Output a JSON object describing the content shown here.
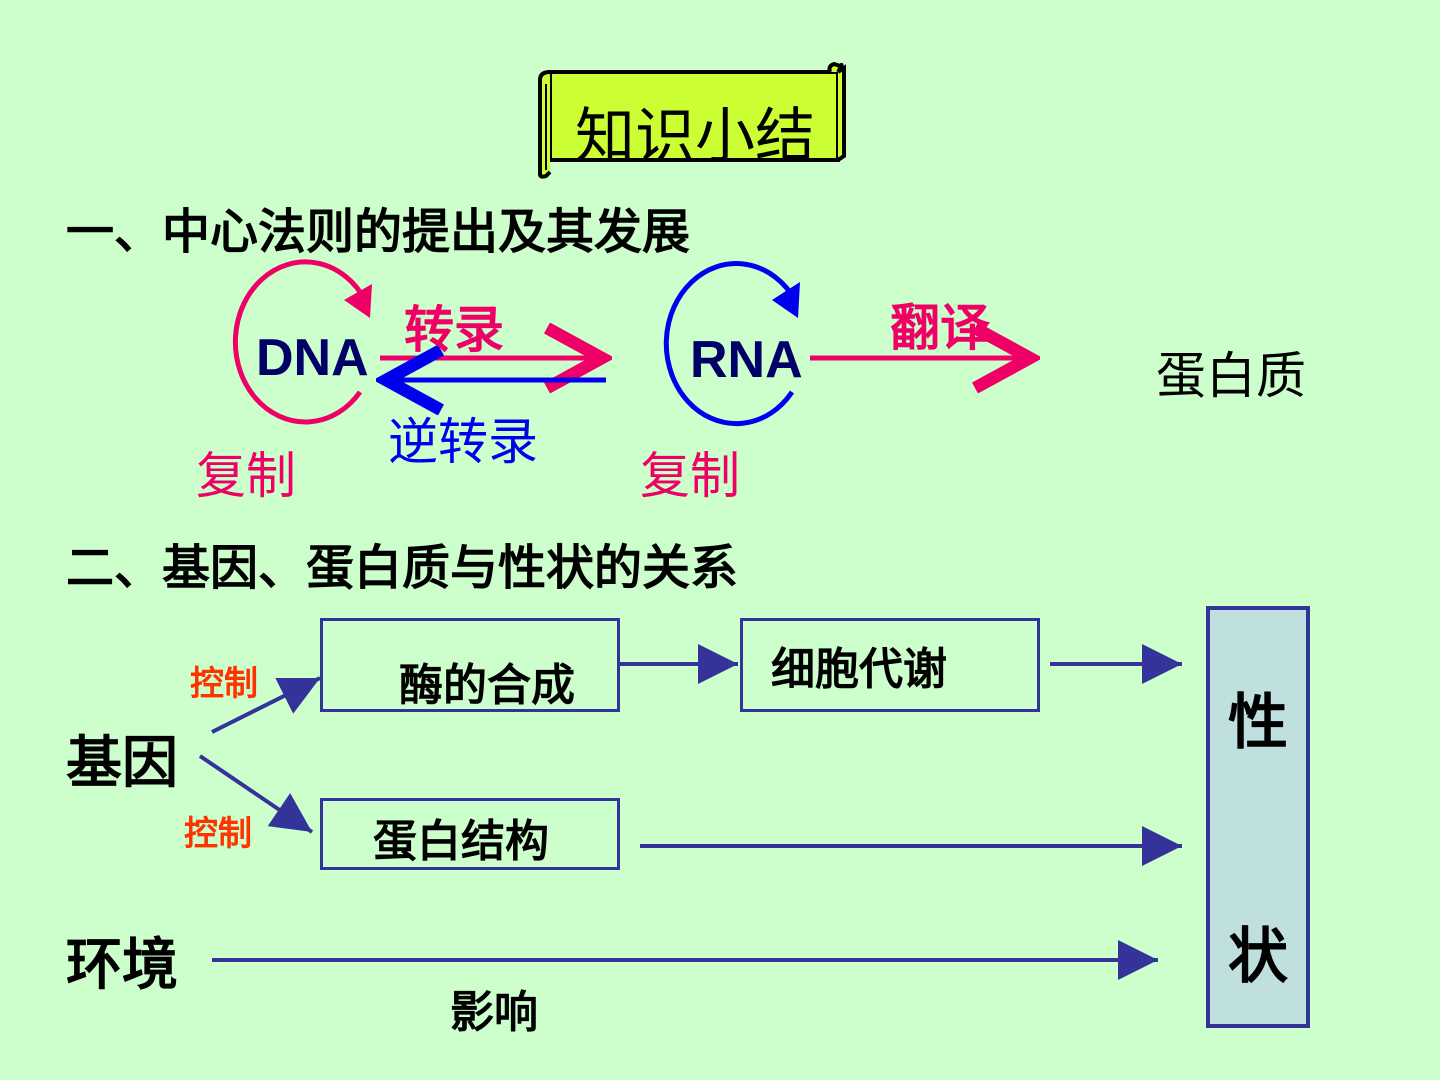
{
  "title": "知识小结",
  "section1": {
    "heading": "一、中心法则的提出及其发展",
    "dna": "DNA",
    "rna": "RNA",
    "protein": "蛋白质",
    "transcription": "转录",
    "reverse_transcription": "逆转录",
    "translation": "翻译",
    "dna_replication": "复制",
    "rna_replication": "复制"
  },
  "section2": {
    "heading": "二、基因、蛋白质与性状的关系",
    "gene": "基因",
    "environment": "环境",
    "control_upper": "控制",
    "control_lower": "控制",
    "enzyme_synthesis": "酶的合成",
    "cell_metabolism": "细胞代谢",
    "protein_structure": "蛋白结构",
    "influence": "影响",
    "trait_char1": "性",
    "trait_char2": "状"
  },
  "colors": {
    "background": "#ccffcc",
    "scroll_fill": "#ccff33",
    "pink": "#ee0066",
    "blue": "#0000ee",
    "navy": "#333399",
    "orange": "#ff3300",
    "trait_fill": "#c0e0e0"
  }
}
